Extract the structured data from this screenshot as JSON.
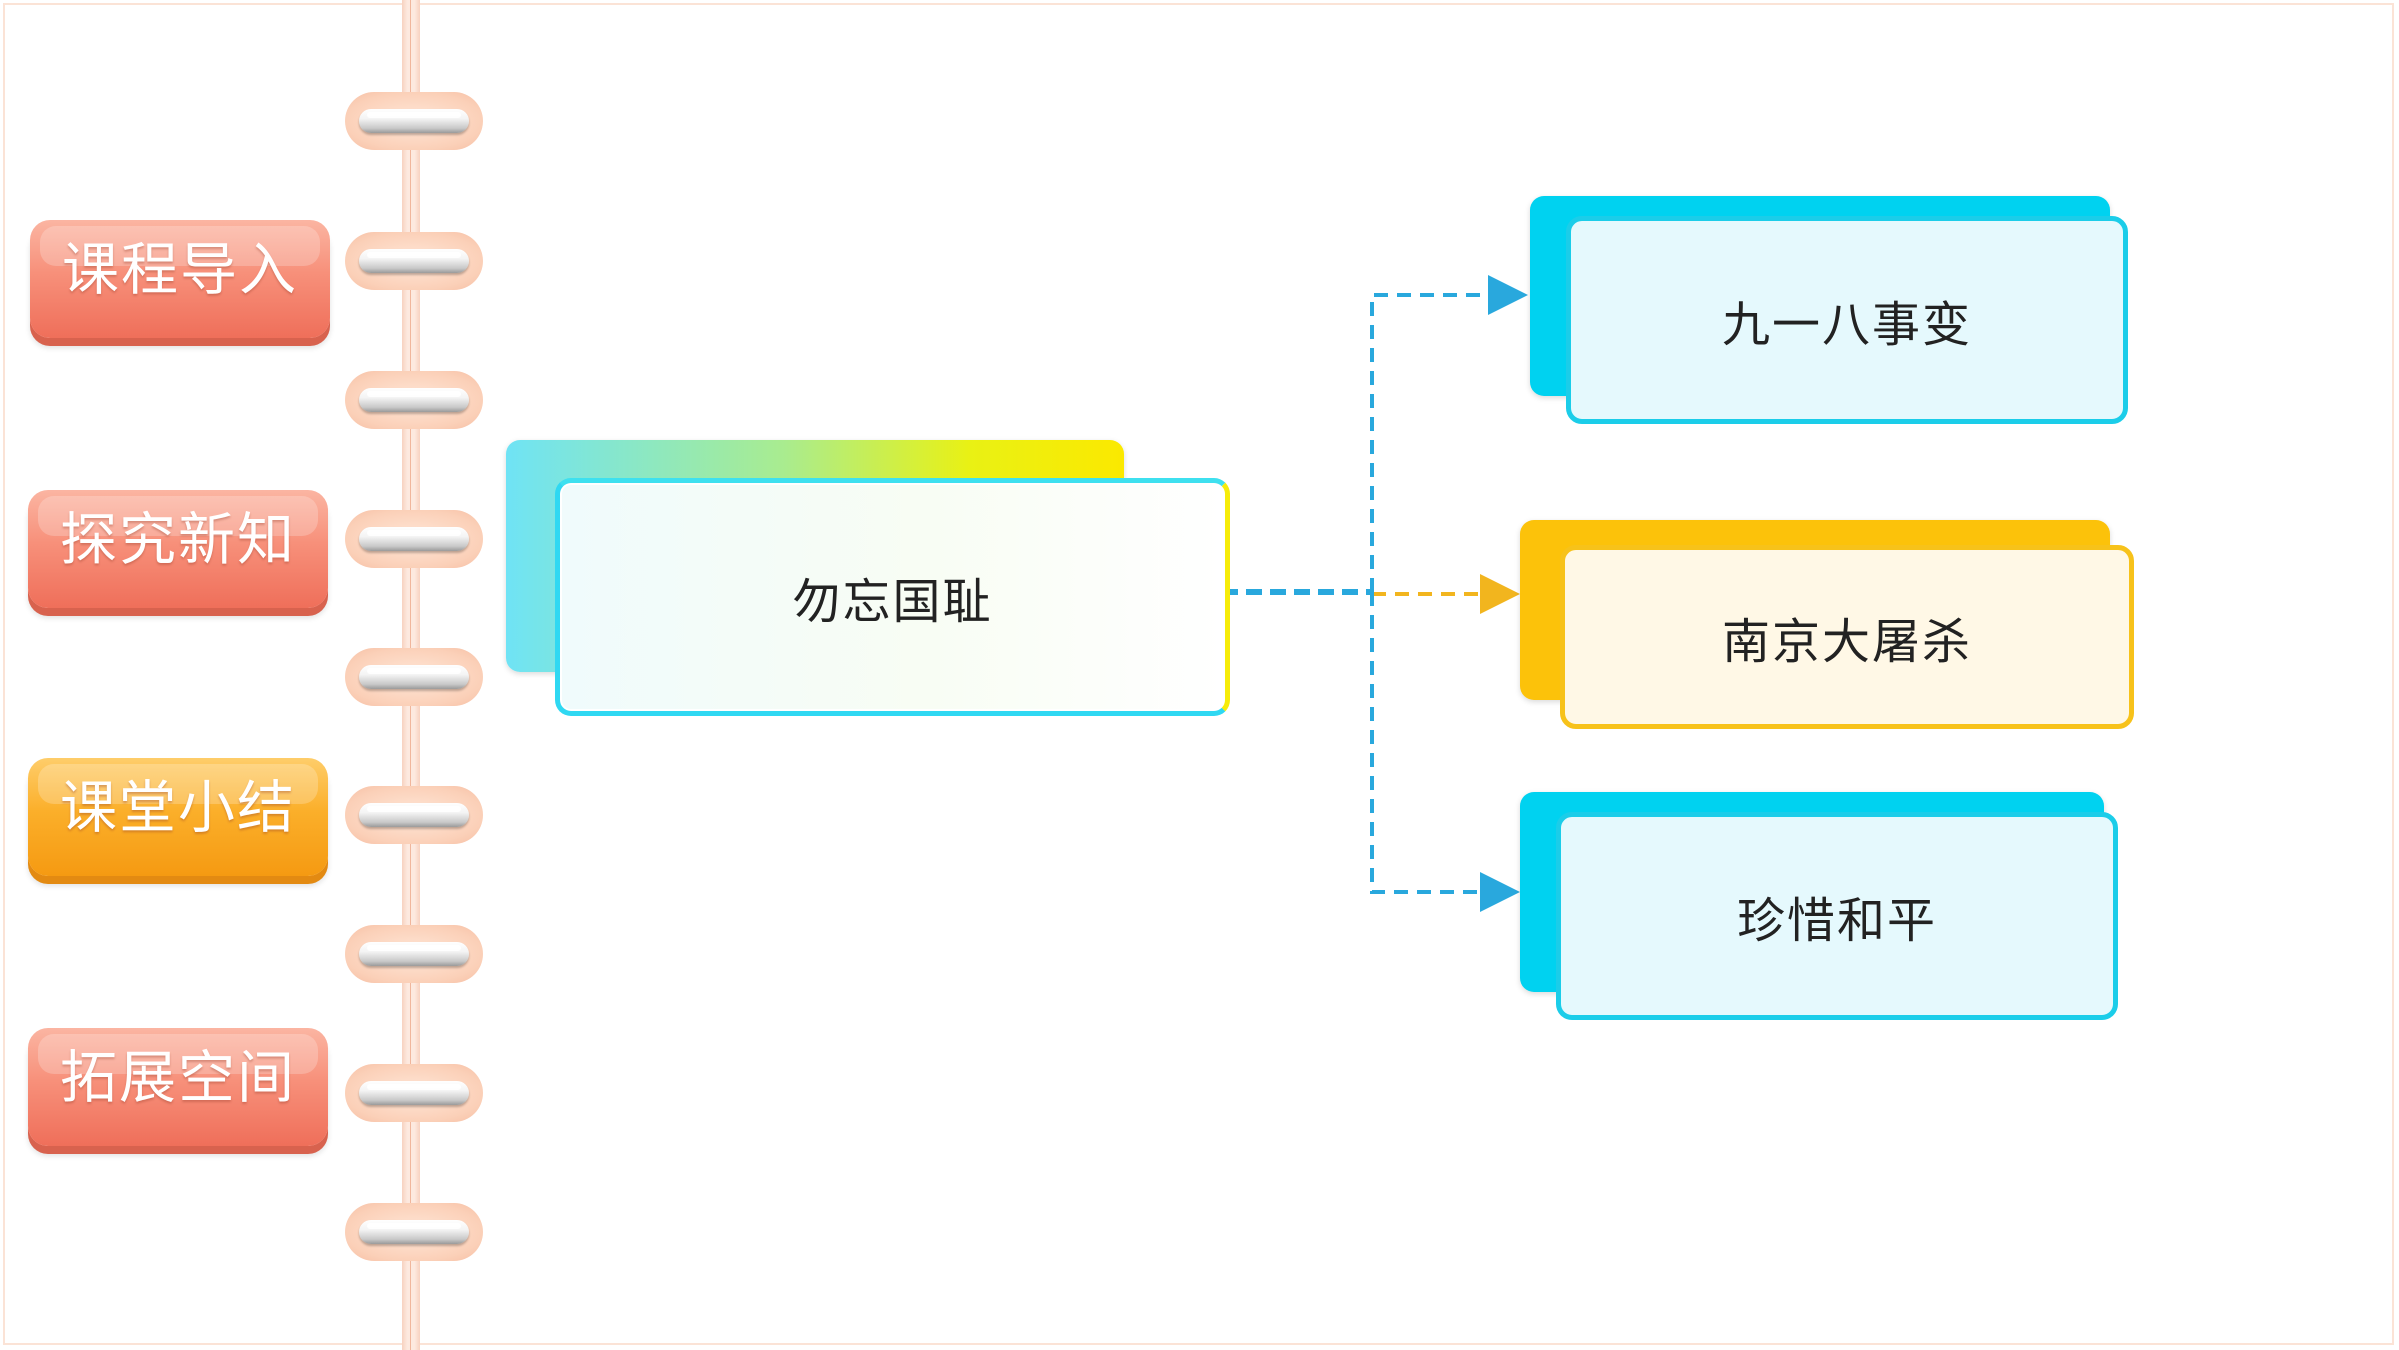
{
  "nav": {
    "items": [
      {
        "label": "课程导入",
        "color": "#f7907a"
      },
      {
        "label": "探究新知",
        "color": "#f7907a"
      },
      {
        "label": "课堂小结",
        "color": "#fbaf2a"
      },
      {
        "label": "拓展空间",
        "color": "#f7907a"
      }
    ]
  },
  "diagram": {
    "root": {
      "label": "勿忘国耻"
    },
    "children": [
      {
        "label": "九一八事变",
        "color": "#00d2f0"
      },
      {
        "label": "南京大屠杀",
        "color": "#fcc20a"
      },
      {
        "label": "珍惜和平",
        "color": "#00d2f0"
      }
    ]
  }
}
